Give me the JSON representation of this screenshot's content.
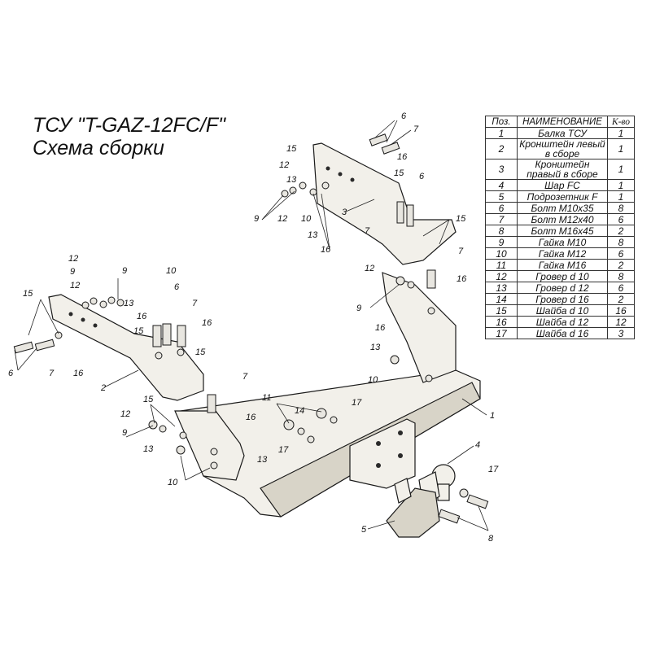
{
  "title": {
    "line1": "ТСУ \"T-GAZ-12FC/F\"",
    "line2": "Схема сборки"
  },
  "table": {
    "headers": [
      "Поз.",
      "НАИМЕНОВАНИЕ",
      "К-во"
    ],
    "rows": [
      {
        "pos": "1",
        "name": "Балка ТСУ",
        "qty": "1"
      },
      {
        "pos": "2",
        "name": "Кронштейн левый в сборе",
        "qty": "1"
      },
      {
        "pos": "3",
        "name": "Кронштейн правый в сборе",
        "qty": "1"
      },
      {
        "pos": "4",
        "name": "Шар FC",
        "qty": "1"
      },
      {
        "pos": "5",
        "name": "Подрозетник F",
        "qty": "1"
      },
      {
        "pos": "6",
        "name": "Болт М10х35",
        "qty": "8"
      },
      {
        "pos": "7",
        "name": "Болт М12х40",
        "qty": "6"
      },
      {
        "pos": "8",
        "name": "Болт М16х45",
        "qty": "2"
      },
      {
        "pos": "9",
        "name": "Гайка М10",
        "qty": "8"
      },
      {
        "pos": "10",
        "name": "Гайка М12",
        "qty": "6"
      },
      {
        "pos": "11",
        "name": "Гайка  М16",
        "qty": "2"
      },
      {
        "pos": "12",
        "name": "Гровер d 10",
        "qty": "8"
      },
      {
        "pos": "13",
        "name": "Гровер d 12",
        "qty": "6"
      },
      {
        "pos": "14",
        "name": "Гровер d 16",
        "qty": "2"
      },
      {
        "pos": "15",
        "name": "Шайба d 10",
        "qty": "16"
      },
      {
        "pos": "16",
        "name": "Шайба d 12",
        "qty": "12"
      },
      {
        "pos": "17",
        "name": "Шайба d 16",
        "qty": "3"
      }
    ]
  },
  "callouts": [
    "1",
    "2",
    "3",
    "4",
    "5",
    "6",
    "7",
    "8",
    "9",
    "10",
    "11",
    "12",
    "13",
    "14",
    "15",
    "16",
    "17"
  ]
}
